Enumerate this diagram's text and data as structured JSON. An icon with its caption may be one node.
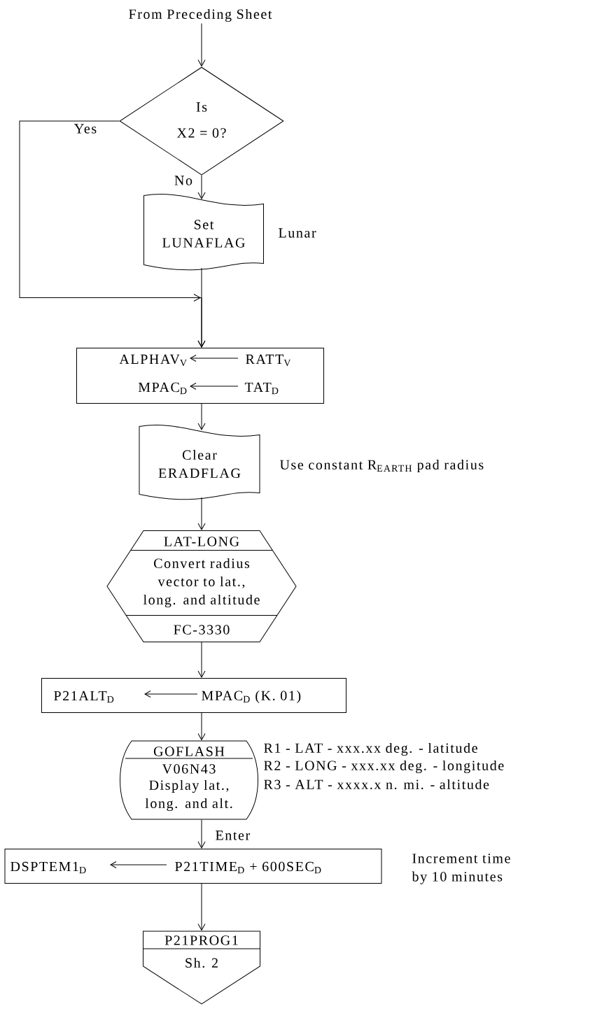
{
  "diagram": {
    "nodes": [
      {
        "text": [
          "From Preceding Sheet"
        ]
      },
      {
        "text": [
          "Is",
          "X2 = 0?"
        ]
      },
      {
        "text": [
          "Set LUNAFLAG"
        ],
        "beside": [
          "Lunar"
        ]
      },
      {
        "text": [
          "ALPHAV$_{V}$",
          "RATT$_{V}$",
          "MPAC$_{D}$",
          "TAT$_{D}$"
        ]
      },
      {
        "text": [
          "Clear ERADFLAG"
        ],
        "beside": [
          "Use constant R$_{EARTH}$ pad radius"
        ]
      },
      {
        "text": [
          "LAT-LONG",
          "Convert radius vector to lat., long. and altitude",
          "FC-3330"
        ]
      },
      {
        "text": [
          "P21ALT$_{D}$",
          "MPAC$_{D}$ (K. 01)"
        ]
      },
      {
        "text": [
          "GOFLASH",
          "V06N43",
          "Display lat., long. and alt."
        ],
        "beside": [
          "R1 - LAT - xxx.xx deg. - latitude",
          "R2 - LONG - xxx.xx deg. - longitude",
          "R3 - ALT - xxxx.x n. mi. - altitude"
        ]
      },
      {
        "text": [
          "DSPTEM1$_{D}$",
          "P21TIME$_{D}$ + 600SEC$_{D}$"
        ],
        "beside": [
          "Increment time by 10 minutes"
        ]
      },
      {
        "text": [
          "P21PROG1",
          "Sh. 2"
        ]
      }
    ],
    "edges": [
      {
        "from": 0,
        "to": 1,
        "arrow": "to"
      },
      {
        "from": 1,
        "to": 2,
        "arrow": "to",
        "label": "No"
      },
      {
        "from": 1,
        "to": 3,
        "arrow": "to",
        "label": "Yes"
      },
      {
        "from": 2,
        "to": 3,
        "arrow": "to"
      },
      {
        "from": 3,
        "to": 4,
        "arrow": "to"
      },
      {
        "from": 4,
        "to": 5,
        "arrow": "to"
      },
      {
        "from": 5,
        "to": 6,
        "arrow": "to"
      },
      {
        "from": 6,
        "to": 7,
        "arrow": "to"
      },
      {
        "from": 7,
        "to": 8,
        "arrow": "to",
        "label": "Enter"
      },
      {
        "from": 8,
        "to": 9,
        "arrow": "to"
      }
    ]
  }
}
